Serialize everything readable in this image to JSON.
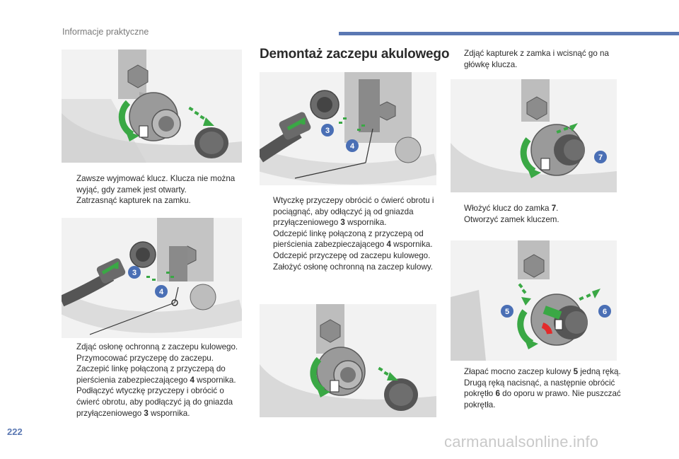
{
  "header": {
    "title": "Informacje praktyczne"
  },
  "page_number": "222",
  "watermark": "carmanualsonline.info",
  "section": {
    "heading": "Demontaż zaczepu akulowego"
  },
  "bullet_marker": "",
  "left_column": {
    "block1": [
      "Zawsze wyjmować klucz. Klucza nie można wyjąć, gdy zamek jest otwarty.",
      "Zatrzasnąć kapturek na zamku."
    ],
    "block2": [
      "Zdjąć osłonę ochronną z zaczepu kulowego.",
      "Przymocować przyczepę do zaczepu.",
      "Zaczepić linkę połączoną z przyczepą do pierścienia zabezpieczającego 4 wspornika.",
      "Podłączyć wtyczkę przyczepy i obrócić o ćwierć obrotu, aby podłączyć ją do gniazda przyłączeniowego 3 wspornika."
    ]
  },
  "middle_column": {
    "block1": [
      "Wtyczkę przyczepy obrócić o ćwierć obrotu i pociągnąć, aby odłączyć ją od gniazda przyłączeniowego 3 wspornika.",
      "Odczepić linkę połączoną z przyczepą od pierścienia zabezpieczającego 4 wspornika.",
      "Odczepić przyczepę od zaczepu kulowego.",
      "Założyć osłonę ochronną na zaczep kulowy."
    ]
  },
  "right_column": {
    "block1": [
      "Zdjąć kapturek z zamka i wcisnąć go na główkę klucza."
    ],
    "block2": [
      "Włożyć klucz do zamka 7.",
      "Otworzyć zamek kluczem."
    ],
    "block3": [
      "Złapać mocno zaczep kulowy 5 jedną ręką. Drugą ręką nacisnąć, a następnie obrócić pokrętło 6 do oporu w prawo. Nie puszczać pokrętła."
    ]
  },
  "callouts": {
    "socket": "3",
    "ring": "4",
    "ball": "5",
    "knob": "6",
    "lock": "7"
  },
  "colors": {
    "accent": "#5b78b3",
    "callout": "#4a6fb5",
    "arrow_green": "#3aa845",
    "arrow_red": "#e32b2b",
    "figure_bg": "#f2f2f2"
  }
}
